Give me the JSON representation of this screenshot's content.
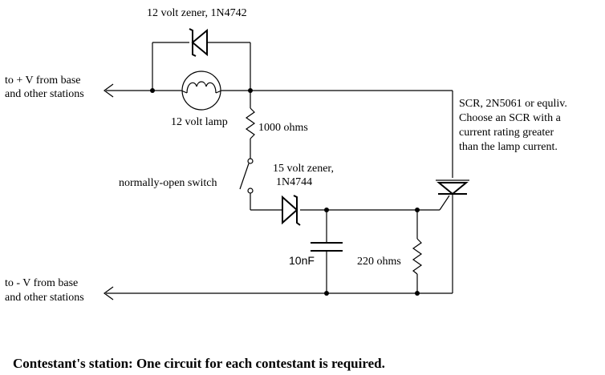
{
  "labels": {
    "zener_top": "12 volt zener, 1N4742",
    "plus_v_line1": "to + V from base",
    "plus_v_line2": "and other stations",
    "lamp": "12 volt lamp",
    "resistor_1000": "1000 ohms",
    "scr_line1": "SCR, 2N5061 or equliv.",
    "scr_line2": "Choose an SCR with a",
    "scr_line3": "current rating greater",
    "scr_line4": "than the lamp current.",
    "zener_15_line1": "15 volt zener,",
    "zener_15_line2": "1N4744",
    "switch": "normally-open switch",
    "capacitor": "10nF",
    "resistor_220": "220 ohms",
    "minus_v_line1": "to - V from base",
    "minus_v_line2": "and other stations",
    "caption": "Contestant's station: One circuit for each contestant is required."
  }
}
